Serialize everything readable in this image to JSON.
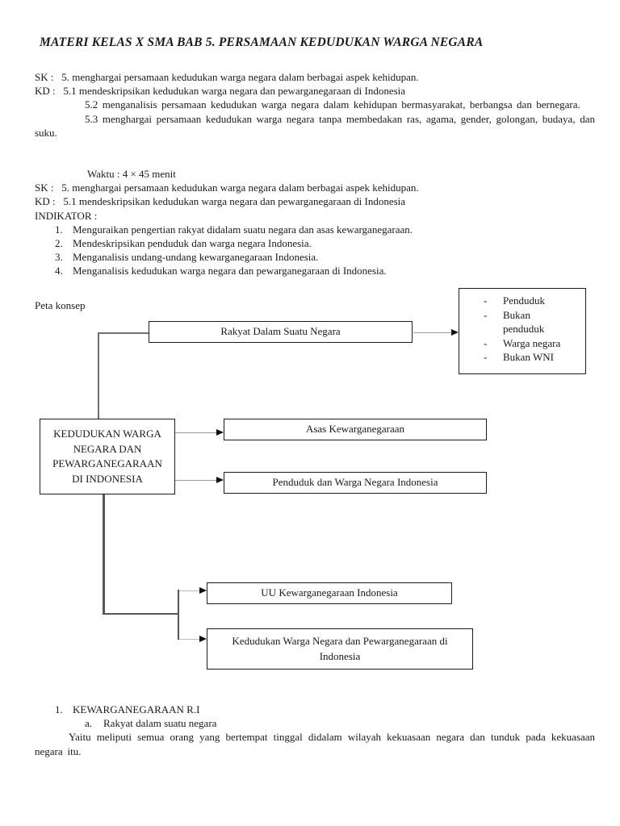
{
  "document": {
    "title": "MATERI KELAS X SMA BAB 5. PERSAMAAN KEDUDUKAN WARGA NEGARA",
    "intro": {
      "sk_line": "SK :   5. menghargai persamaan kedudukan warga negara dalam berbagai aspek kehidupan.",
      "kd_line": "KD :   5.1 mendeskripsikan kedudukan warga negara dan pewarganegaraan di Indonesia",
      "kd_52": "5.2 menganalisis persamaan kedudukan warga negara dalam kehidupan bermasyarakat, berbangsa dan bernegara.",
      "kd_53": "5.3 menghargai persamaan kedudukan warga negara tanpa membedakan ras, agama, gender, golongan, budaya, dan suku."
    },
    "detail": {
      "waktu": "Waktu : 4 × 45 menit",
      "sk_line": "SK :   5. menghargai persamaan kedudukan warga negara dalam berbagai aspek kehidupan.",
      "kd_line": "KD :   5.1 mendeskripsikan kedudukan warga negara dan pewarganegaraan di Indonesia",
      "indikator_heading": "INDIKATOR :",
      "indicators": [
        {
          "marker": "1.",
          "text": "Menguraikan pengertian rakyat didalam suatu negara dan asas kewarganegaraan."
        },
        {
          "marker": "2.",
          "text": "Mendeskripsikan penduduk dan warga negara Indonesia."
        },
        {
          "marker": "3.",
          "text": "Menganalisis undang-undang kewarganegaraan Indonesia."
        },
        {
          "marker": "4.",
          "text": "Menganalisis kedudukan warga negara dan pewarganegaraan di Indonesia."
        }
      ]
    },
    "peta_konsep_label": "Peta konsep",
    "concept_map": {
      "root": "KEDUDUKAN WARGA NEGARA DAN PEWARGANEGARAAN DI INDONESIA",
      "rakyat": "Rakyat Dalam Suatu Negara",
      "population_types": [
        {
          "marker": "-",
          "text": "Penduduk"
        },
        {
          "marker": "-",
          "text": "Bukan penduduk"
        },
        {
          "marker": "-",
          "text": "Warga negara"
        },
        {
          "marker": "-",
          "text": "Bukan WNI"
        }
      ],
      "asas": "Asas Kewarganegaraan",
      "penduduk_wni": "Penduduk dan Warga Negara Indonesia",
      "uu": "UU Kewarganegaraan Indonesia",
      "kedudukan": "Kedudukan Warga Negara dan Pewarganegaraan di Indonesia"
    },
    "section": {
      "item1_marker": "1.",
      "item1_text": "KEWARGANEGARAAN R.I",
      "item1a_marker": "a.",
      "item1a_text": "Rakyat dalam suatu negara",
      "paragraph": "Yaitu meliputi semua orang yang bertempat tinggal didalam wilayah kekuasaan negara dan tunduk pada kekuasaan negara itu."
    },
    "colors": {
      "box_border": "#1c1c1c",
      "connector": "#6f6f6f",
      "connector_dark": "#555555",
      "thin_line": "#9a9a9a",
      "arrowhead": "#111111"
    }
  }
}
